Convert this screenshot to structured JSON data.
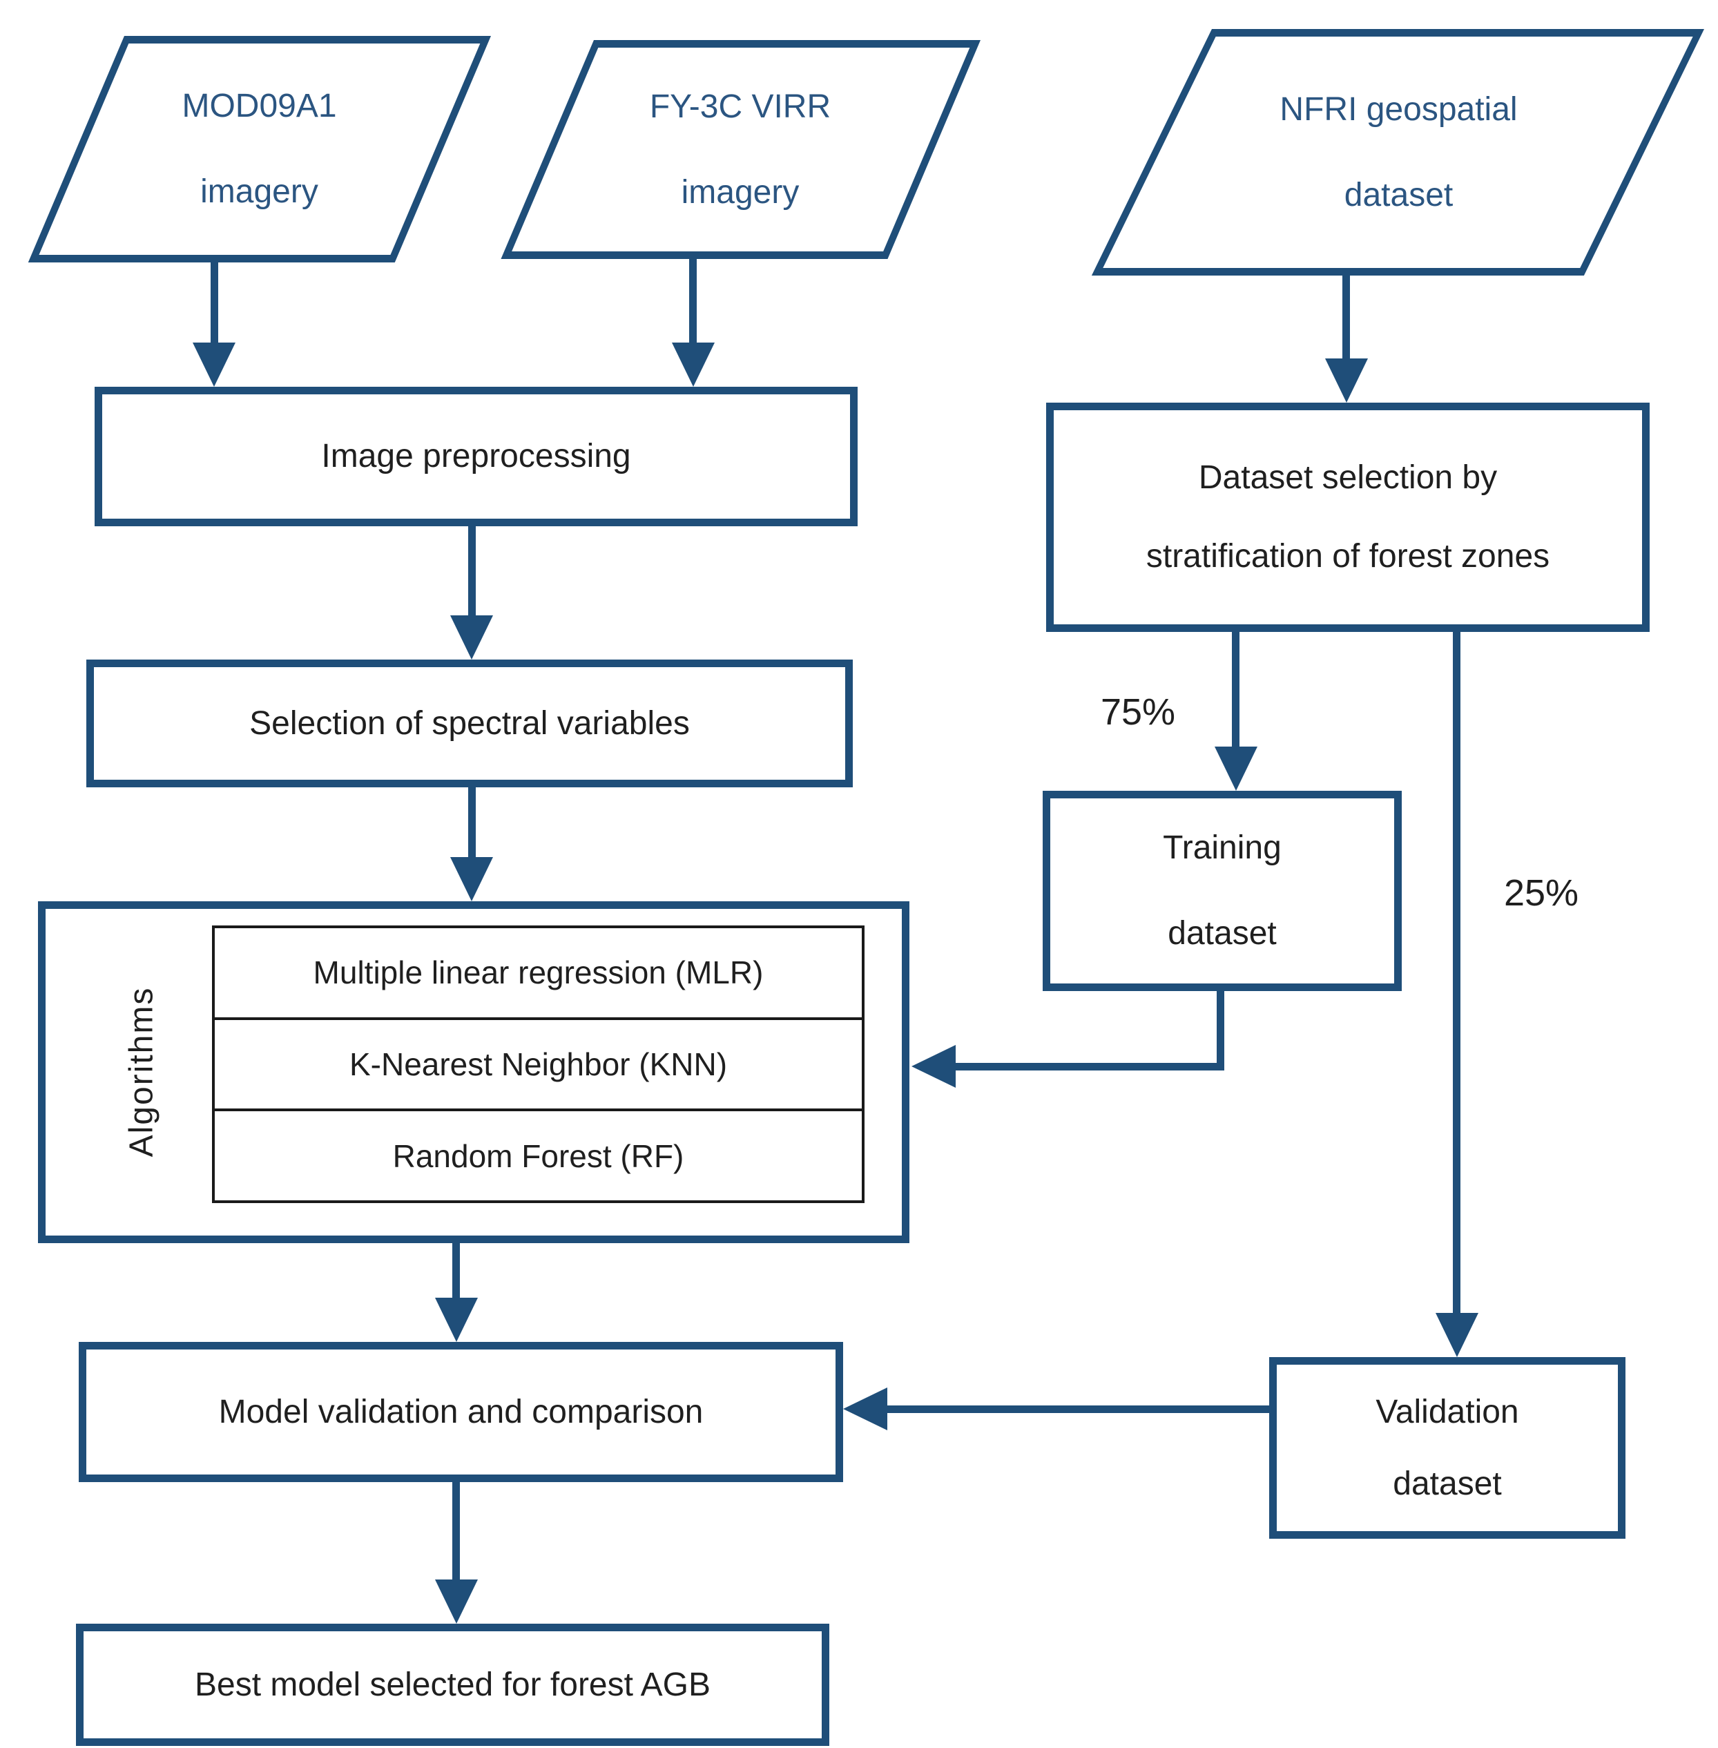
{
  "diagram": {
    "mod09a1": {
      "line1": "MOD09A1",
      "line2": "imagery"
    },
    "fy3c": {
      "line1": "FY-3C VIRR",
      "line2": "imagery"
    },
    "nfri": {
      "line1": "NFRI geospatial",
      "line2": "dataset"
    },
    "image_preprocessing": {
      "label": "Image preprocessing"
    },
    "spectral_selection": {
      "label": "Selection of spectral variables"
    },
    "algorithms": {
      "label": "Algorithms",
      "rows": [
        "Multiple linear regression (MLR)",
        "K-Nearest Neighbor (KNN)",
        "Random Forest (RF)"
      ]
    },
    "dataset_selection": {
      "line1": "Dataset selection by",
      "line2": "stratification of forest zones"
    },
    "training": {
      "line1": "Training",
      "line2": "dataset"
    },
    "validation": {
      "line1": "Validation",
      "line2": "dataset"
    },
    "model_validation": {
      "label": "Model validation and comparison"
    },
    "best_model": {
      "label": "Best model selected for forest AGB"
    },
    "split_labels": {
      "training_pct": "75%",
      "validation_pct": "25%"
    },
    "colors": {
      "accent": "#1F4E79",
      "parallelogram_text": "#2B5581",
      "box_text": "#1F1F1F",
      "table_border": "#1A1A1A"
    }
  }
}
